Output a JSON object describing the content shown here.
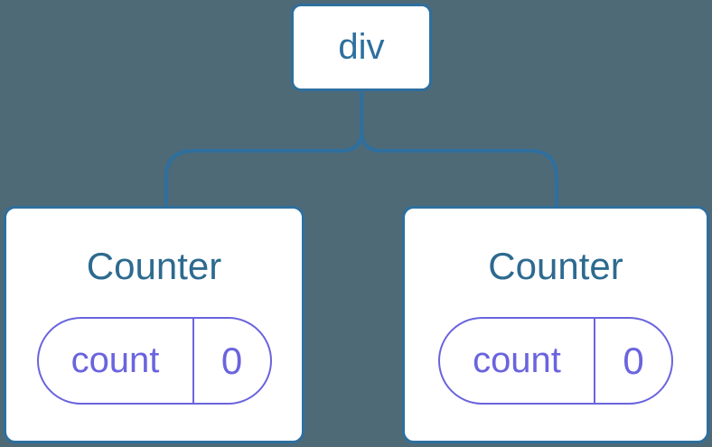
{
  "diagram": {
    "colors": {
      "background": "#4E6A77",
      "node_stroke": "#2E6F9E",
      "node_fill": "#FFFFFF",
      "title_text": "#2D6A8F",
      "state_accent": "#6A64DE"
    },
    "root": {
      "label": "div"
    },
    "children": [
      {
        "title": "Counter",
        "state": {
          "key": "count",
          "value": "0"
        }
      },
      {
        "title": "Counter",
        "state": {
          "key": "count",
          "value": "0"
        }
      }
    ]
  }
}
